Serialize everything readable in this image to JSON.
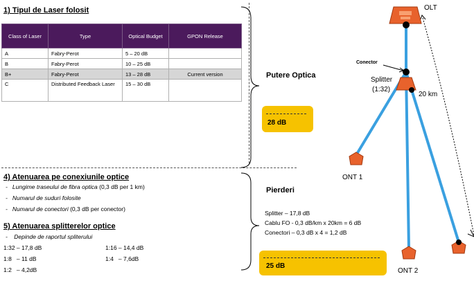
{
  "section1": {
    "title": "1) Tipul de Laser folosit"
  },
  "table": {
    "headers": [
      "Class of Laser",
      "Type",
      "Optical Budget",
      "GPON Release"
    ],
    "rows": [
      [
        "A",
        "Fabry-Perot",
        "5 – 20 dB",
        ""
      ],
      [
        "B",
        "Fabry-Perot",
        "10 – 25 dB",
        ""
      ],
      [
        "B+",
        "Fabry-Perot",
        "13 – 28 dB",
        "Current version"
      ],
      [
        "C",
        "Distributed Feedback Laser",
        "15 – 30 dB",
        ""
      ]
    ]
  },
  "power": {
    "label": "Putere Optica",
    "value": "28 dB"
  },
  "section4": {
    "title": "4) Atenuarea pe conexiunile optice",
    "items": [
      {
        "italic": "Lungime traseului de fibra optica",
        "rest": " (0,3 dB per 1 km)"
      },
      {
        "italic": "Numarul de suduri folosite",
        "rest": ""
      },
      {
        "italic": "Numarul de conectori",
        "rest": " (0,3 dB per conector)"
      }
    ]
  },
  "section5": {
    "title": "5) Atenuarea splitterelor optice",
    "subtitle": "Depinde de raportul spliterului",
    "ratios": [
      "1:32 – 17,8 dB",
      "1:16 – 14,4 dB",
      "1:8   – 11 dB",
      "1:4   – 7,6dB",
      "1:2   – 4,2dB"
    ]
  },
  "losses": {
    "label": "Pierderi",
    "lines": [
      "Splitter – 17,8 dB",
      "Cablu FO - 0,3 dB/km x 20km = 6 dB",
      "Conectori – 0,3 dB x 4 = 1,2 dB"
    ],
    "value": "25 dB"
  },
  "network": {
    "olt": "OLT",
    "connector": "Conector",
    "splitter": "Splitter",
    "ratio": "(1:32)",
    "distance": "20 km",
    "ont1": "ONT 1",
    "ont2": "ONT 2"
  },
  "colors": {
    "table_header": "#4b1a5c",
    "highlight_box": "#f6c200",
    "fiber": "#3aa0e0",
    "equipment": "#e8622c"
  }
}
